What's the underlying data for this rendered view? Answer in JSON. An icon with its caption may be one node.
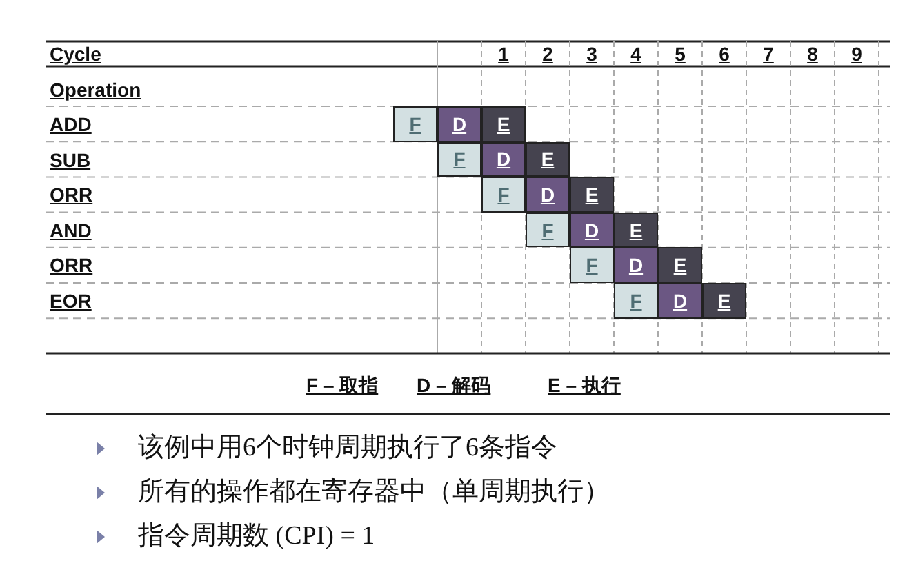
{
  "diagram": {
    "labels": [
      "Cycle",
      "1",
      "2",
      "3",
      "4",
      "5",
      "6",
      "7",
      "8",
      "9",
      "Operation",
      "ADD",
      "F",
      "D",
      "E",
      "SUB",
      "F",
      "D",
      "E",
      "ORR",
      "F",
      "D",
      "E",
      "AND",
      "F",
      "D",
      "E",
      "ORR",
      "F",
      "D",
      "E",
      "EOR",
      "F",
      "D",
      "E",
      "F – 取指",
      "D – 解码",
      "E – 执行",
      "该例中用6个时钟周期执行了6条指令",
      "所有的操作都在寄存器中（单周期执行）",
      "指令周期数 (CPI) = 1"
    ]
  }
}
